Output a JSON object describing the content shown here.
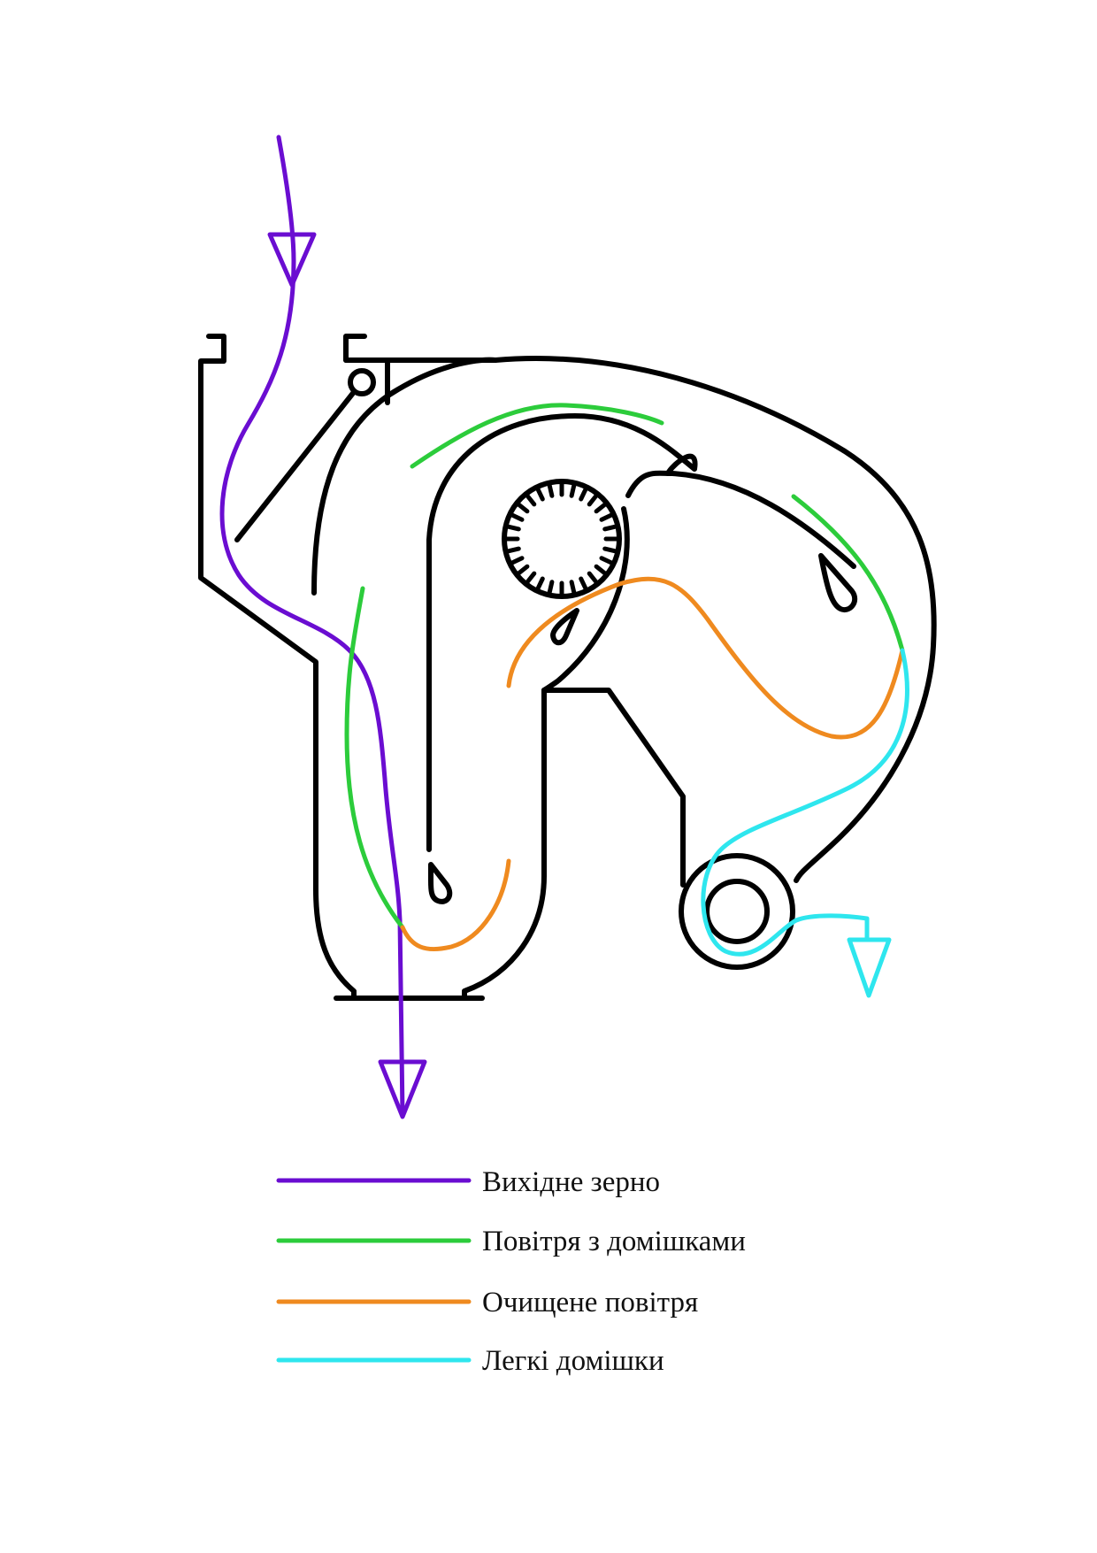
{
  "colors": {
    "machine": "#000000",
    "grain": "#6a0dd1",
    "dusty_air": "#2ccc3b",
    "clean_air": "#ef8a1f",
    "light_impurities": "#2ee6ee"
  },
  "legend": [
    {
      "label": "Вихідне зерно",
      "color": "#6a0dd1"
    },
    {
      "label": "Повітря з домішками",
      "color": "#2ccc3b"
    },
    {
      "label": "Очищене повітря",
      "color": "#ef8a1f"
    },
    {
      "label": "Легкі домішки",
      "color": "#2ee6ee"
    }
  ]
}
